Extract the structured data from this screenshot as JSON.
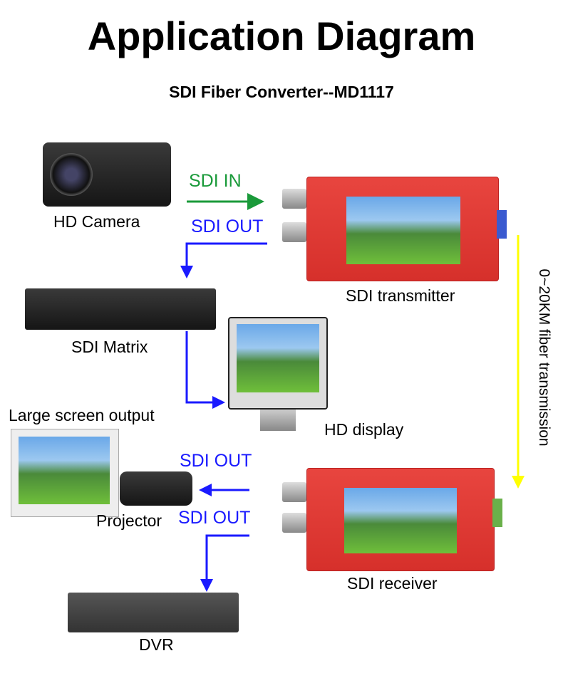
{
  "title": "Application Diagram",
  "subtitle": "SDI Fiber Converter--MD1117",
  "labels": {
    "camera": "HD Camera",
    "sdi_in": "SDI IN",
    "sdi_out_tx": "SDI OUT",
    "transmitter": "SDI transmitter",
    "matrix": "SDI Matrix",
    "display": "HD display",
    "large_screen": "Large screen output",
    "sdi_out_proj": "SDI OUT",
    "projector": "Projector",
    "sdi_out_dvr": "SDI OUT",
    "receiver": "SDI  receiver",
    "dvr": "DVR",
    "fiber": "0~20KM fiber transmission"
  },
  "colors": {
    "green": "#1a9a3a",
    "blue": "#1a1aff",
    "yellow": "#ffff00",
    "red": "#d6302b"
  }
}
